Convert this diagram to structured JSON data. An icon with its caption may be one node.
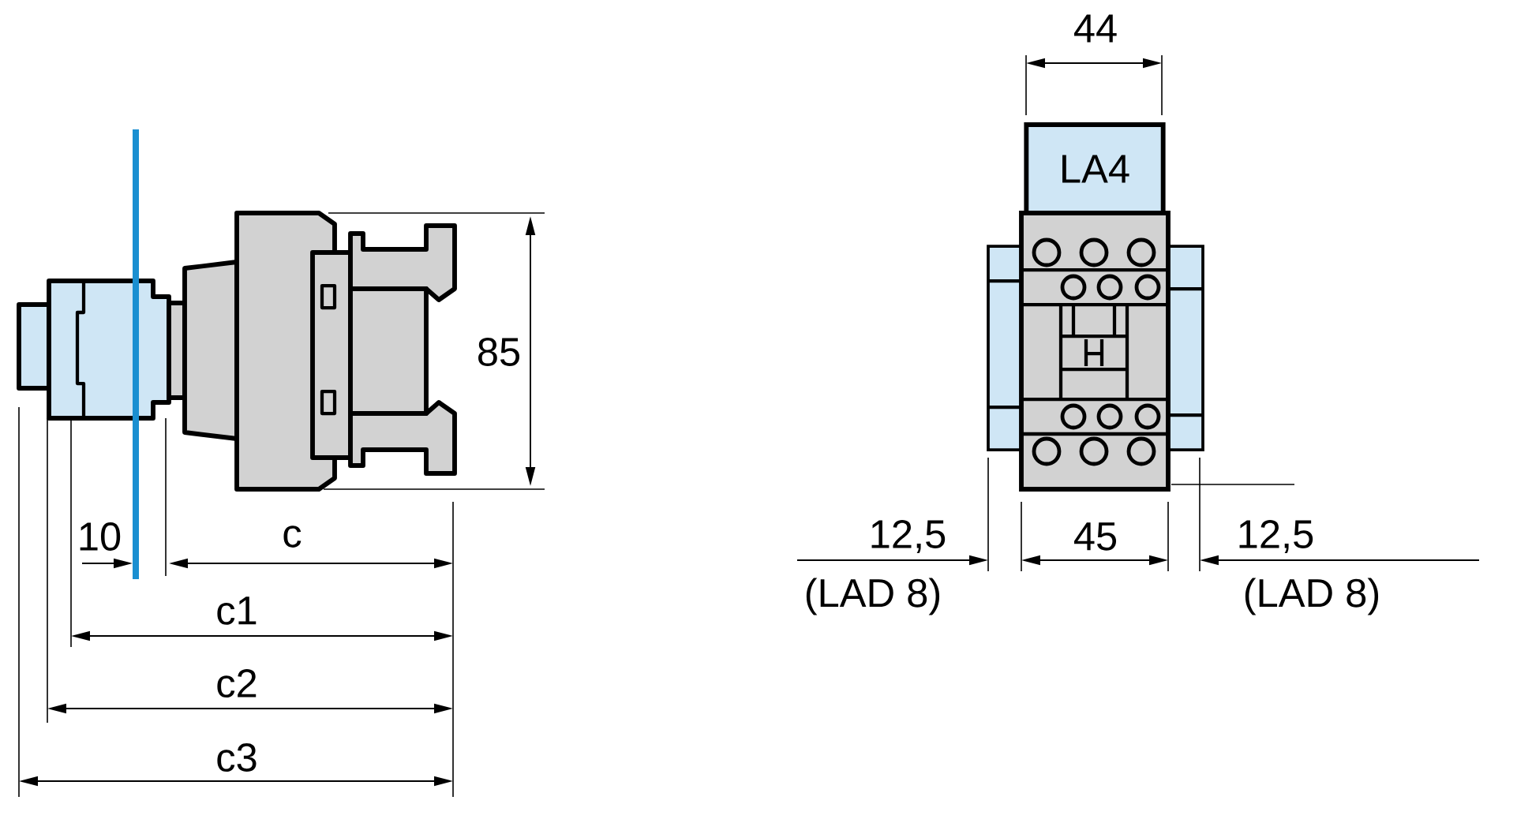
{
  "diagram": {
    "nodes": [
      {
        "text": [
          "LA4"
        ]
      }
    ],
    "labels": [
      "44",
      "85",
      "10",
      "c",
      "12,5",
      "45",
      "12,5",
      "c1",
      "(LAD 8)",
      "(LAD 8)",
      "c2",
      "c3"
    ]
  }
}
